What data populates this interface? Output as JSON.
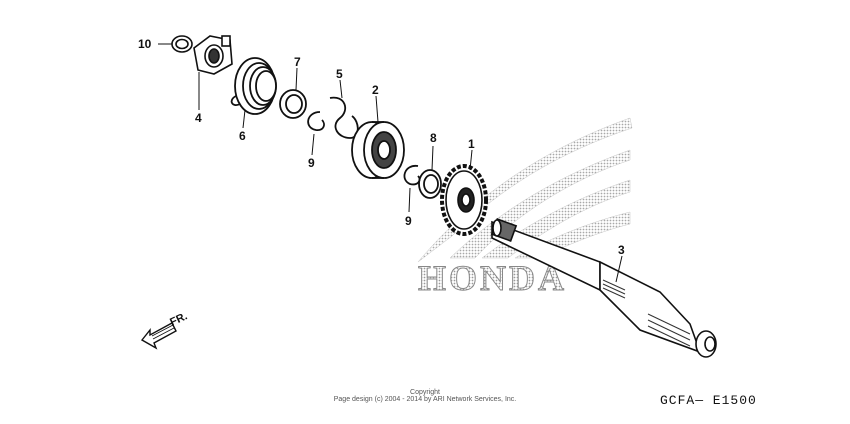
{
  "watermark": {
    "brand_text": "HONDA"
  },
  "labels": [
    {
      "id": "10",
      "text": "10"
    },
    {
      "id": "4",
      "text": "4"
    },
    {
      "id": "6",
      "text": "6"
    },
    {
      "id": "7",
      "text": "7"
    },
    {
      "id": "9a",
      "text": "9"
    },
    {
      "id": "5",
      "text": "5"
    },
    {
      "id": "2",
      "text": "2"
    },
    {
      "id": "8",
      "text": "8"
    },
    {
      "id": "9b",
      "text": "9"
    },
    {
      "id": "1",
      "text": "1"
    },
    {
      "id": "3",
      "text": "3"
    }
  ],
  "direction": {
    "text": "FR."
  },
  "footer": {
    "copyright_title": "Copyright",
    "copyright_line": "Page design (c) 2004 - 2014 by ARI Network Services, Inc.",
    "diagram_code": "GCFA— E1500"
  }
}
